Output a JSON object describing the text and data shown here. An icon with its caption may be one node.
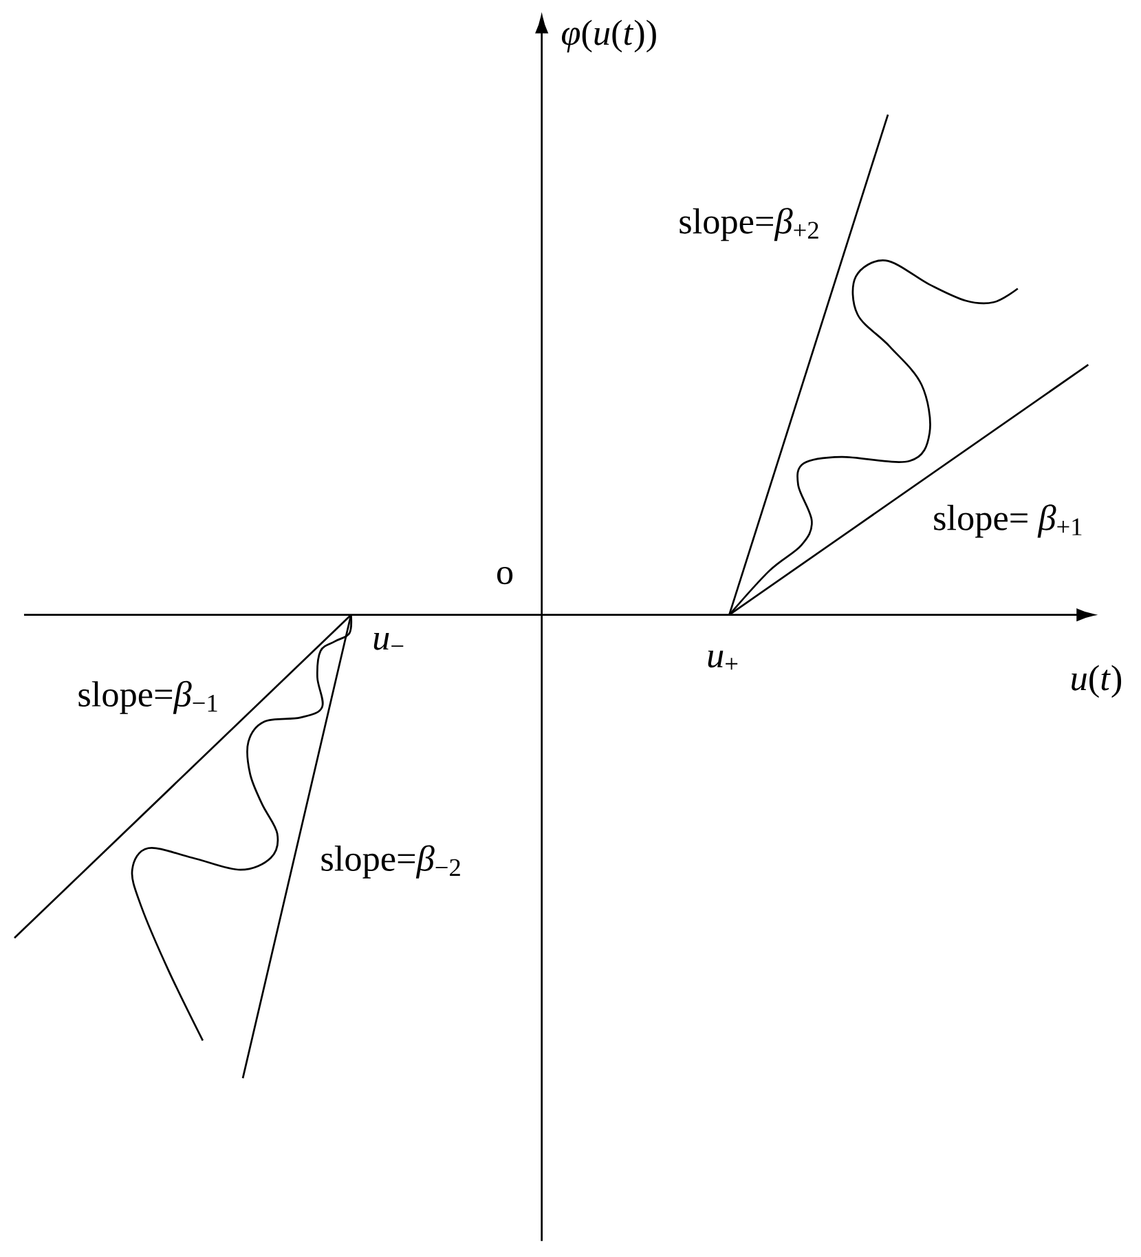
{
  "diagram": {
    "labels": [
      "*φ*(*u*(*t*))",
      "slope=*β*$_{+2}$",
      "slope= *β*$_{+1}$",
      "o",
      "*u*$_{−}$",
      "*u*$_{+}$",
      "*u*(*t*)",
      "slope=*β*$_{−1}$",
      "slope=*β*$_{−2}$"
    ]
  }
}
